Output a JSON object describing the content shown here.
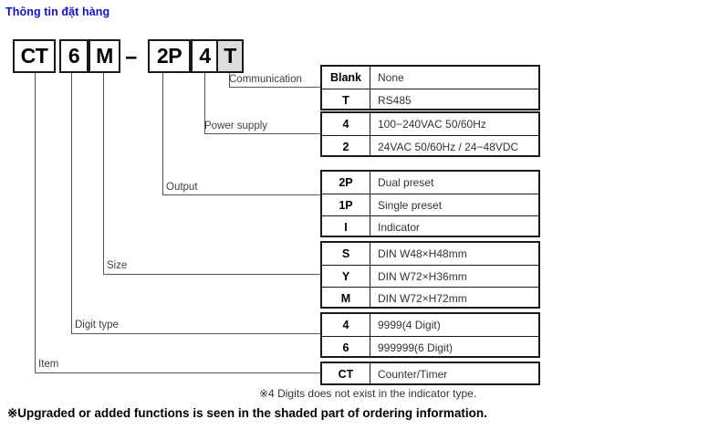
{
  "title": "Thông tin đặt hàng",
  "accent_color": "#1111cc",
  "shaded_color": "#dcdcdc",
  "code_boxes": [
    {
      "text": "CT",
      "shaded": false
    },
    {
      "text": "6",
      "shaded": false
    },
    {
      "text": "M",
      "shaded": false
    },
    {
      "text": "2P",
      "shaded": false
    },
    {
      "text": "4",
      "shaded": false
    },
    {
      "text": "T",
      "shaded": true
    }
  ],
  "separator": "−",
  "leader_labels": {
    "communication": "Communication",
    "power_supply": "Power supply",
    "output": "Output",
    "size": "Size",
    "digit_type": "Digit type",
    "item": "Item"
  },
  "tables": {
    "communication": [
      {
        "code": "Blank",
        "desc": "None"
      },
      {
        "code": "T",
        "desc": "RS485"
      }
    ],
    "power_supply": [
      {
        "code": "4",
        "desc": "100−240VAC 50/60Hz"
      },
      {
        "code": "2",
        "desc": "24VAC 50/60Hz / 24−48VDC"
      }
    ],
    "output": [
      {
        "code": "2P",
        "desc": "Dual preset"
      },
      {
        "code": "1P",
        "desc": "Single preset"
      },
      {
        "code": "I",
        "desc": "Indicator"
      }
    ],
    "size": [
      {
        "code": "S",
        "desc": "DIN W48×H48mm"
      },
      {
        "code": "Y",
        "desc": "DIN W72×H36mm"
      },
      {
        "code": "M",
        "desc": "DIN W72×H72mm"
      }
    ],
    "digit_type": [
      {
        "code": "4",
        "desc": "9999(4 Digit)"
      },
      {
        "code": "6",
        "desc": "999999(6 Digit)"
      }
    ],
    "item": [
      {
        "code": "CT",
        "desc": "Counter/Timer"
      }
    ]
  },
  "footnotes": {
    "digits": "※4 Digits does not exist in the indicator type.",
    "upgraded": "※Upgraded or added functions is seen in the shaded part of ordering information."
  }
}
